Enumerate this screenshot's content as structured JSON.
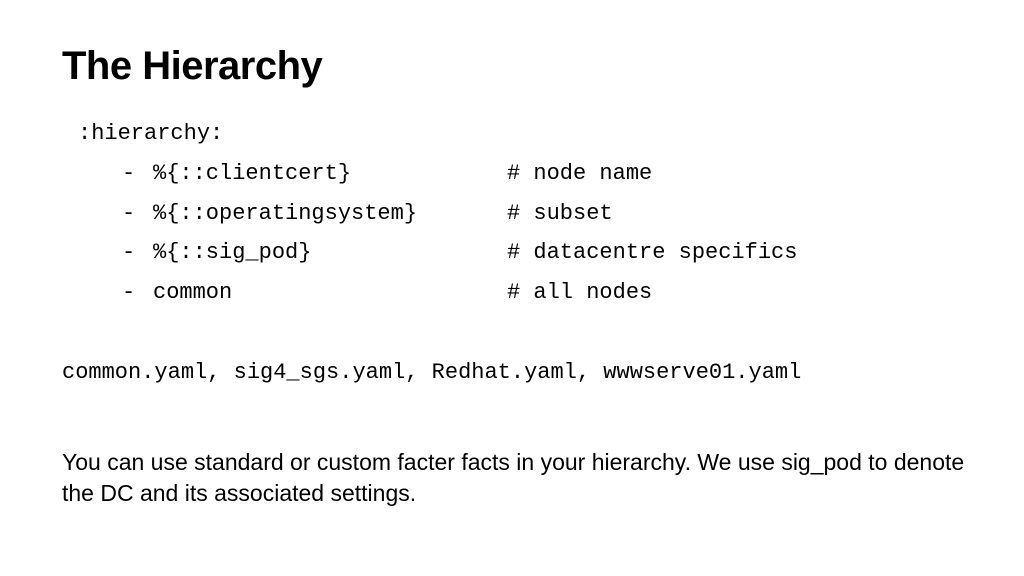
{
  "slide": {
    "title": "The Hierarchy",
    "code": {
      "header": ":hierarchy:",
      "entries": [
        {
          "bullet": "-",
          "key": "%{::clientcert}",
          "comment": "# node name"
        },
        {
          "bullet": "-",
          "key": "%{::operatingsystem}",
          "comment": "# subset"
        },
        {
          "bullet": "-",
          "key": "%{::sig_pod}",
          "comment": "# datacentre specifics"
        },
        {
          "bullet": "-",
          "key": "common",
          "comment": "# all nodes"
        }
      ]
    },
    "files": "common.yaml, sig4_sgs.yaml, Redhat.yaml, wwwserve01.yaml",
    "note": "You can use standard or custom facter facts in your hierarchy. We use sig_pod to denote the DC and its associated settings."
  }
}
